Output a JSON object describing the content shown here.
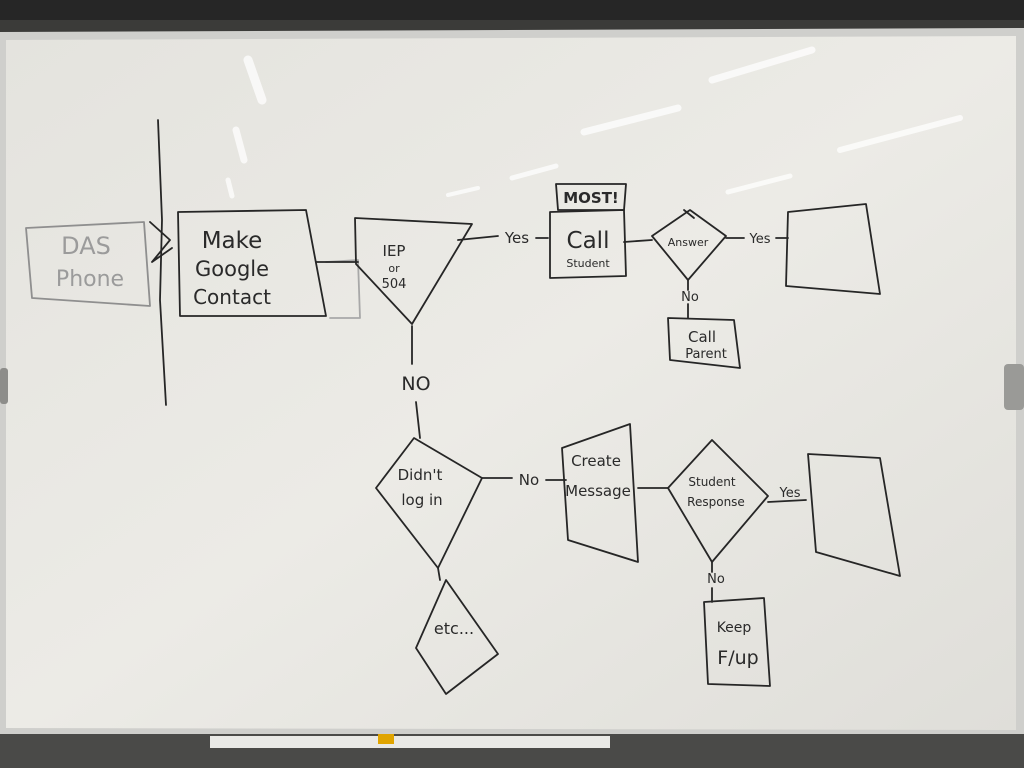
{
  "board": {
    "left_panel": {
      "line1": "DAS",
      "line2": "Phone"
    },
    "intake": {
      "line1": "Make",
      "line2": "Google",
      "line3": "Contact"
    },
    "iep_decision": {
      "line1": "IEP",
      "line2": "or",
      "line3": "504"
    },
    "yes_label_1": "Yes",
    "most_tag": "MOST!",
    "call_student": {
      "line1": "Call",
      "line2": "Student"
    },
    "answer_decision": "Answer",
    "yes_label_2": "Yes",
    "no_label_1": "No",
    "call_parent": {
      "line1": "Call",
      "line2": "Parent"
    },
    "no_label_2": "NO",
    "didnt_login": {
      "line1": "Didn't",
      "line2": "log in"
    },
    "no_label_3": "No",
    "create_message": {
      "line1": "Create",
      "line2": "Message"
    },
    "student_response": {
      "line1": "Student",
      "line2": "Response"
    },
    "yes_label_3": "Yes",
    "no_label_4": "No",
    "keep_fup": {
      "line1": "Keep",
      "line2": "F/up"
    },
    "etc_label": "etc..."
  },
  "colors": {
    "ink": "#2a2a2a",
    "faded_ink": "#9b9b9b",
    "board": "#e7e6e1",
    "frame": "#c9c9c6",
    "wall": "#3d3d3b"
  }
}
